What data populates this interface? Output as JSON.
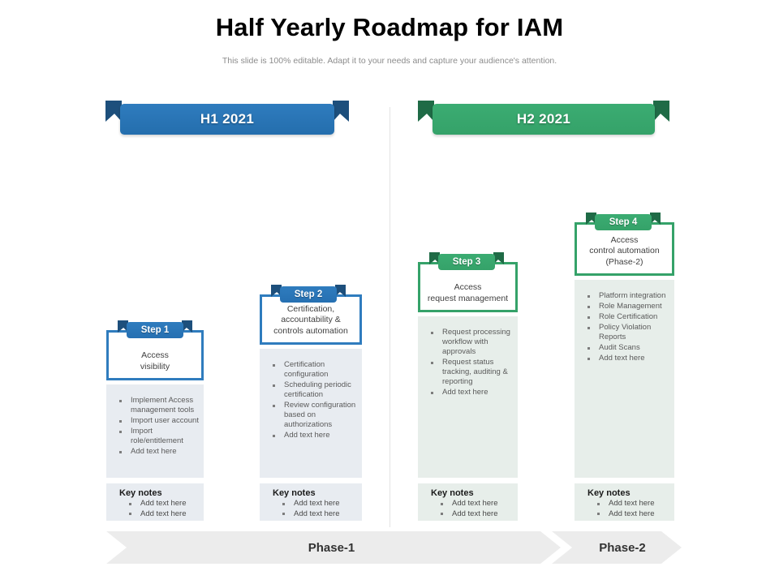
{
  "header": {
    "title": "Half Yearly Roadmap for IAM",
    "subtitle": "This slide is 100% editable. Adapt it to your needs and capture your audience's attention."
  },
  "halves": [
    {
      "label": "H1 2021",
      "color": "#2f7cbe"
    },
    {
      "label": "H2 2021",
      "color": "#35a269"
    }
  ],
  "keynotes_title": "Key notes",
  "steps": [
    {
      "badge": "Step 1",
      "heading": "Access\nvisibility",
      "heading_lines": [
        "Access",
        "visibility"
      ],
      "theme": "blue",
      "bullets": [
        "Implement  Access management  tools",
        "Import user account",
        "Import role/entitlement",
        "Add text here"
      ],
      "keynotes": [
        "Add text here",
        "Add text here"
      ]
    },
    {
      "badge": "Step 2",
      "heading": "Certification, accountability & controls automation",
      "heading_lines": [
        "Certification,",
        "accountability &",
        "controls automation"
      ],
      "theme": "blue",
      "bullets": [
        "Certification configuration",
        "Scheduling periodic certification",
        "Review configuration based on authorizations",
        "Add text here"
      ],
      "keynotes": [
        "Add text here",
        "Add text here"
      ]
    },
    {
      "badge": "Step 3",
      "heading": "Access request management",
      "heading_lines": [
        "Access",
        "request management"
      ],
      "theme": "green",
      "bullets": [
        "Request processing workflow with approvals",
        "Request status tracking, auditing & reporting",
        "Add text here"
      ],
      "keynotes": [
        "Add text here",
        "Add text here"
      ]
    },
    {
      "badge": "Step 4",
      "heading": "Access control automation (Phase-2)",
      "heading_lines": [
        "Access",
        "control automation",
        "(Phase-2)"
      ],
      "theme": "green",
      "bullets": [
        "Platform integration",
        "Role  Management",
        "Role  Certification",
        "Policy Violation Reports",
        "Audit Scans",
        "Add text here"
      ],
      "keynotes": [
        "Add text here",
        "Add text here"
      ]
    }
  ],
  "phases": [
    {
      "label": "Phase-1"
    },
    {
      "label": "Phase-2"
    }
  ]
}
